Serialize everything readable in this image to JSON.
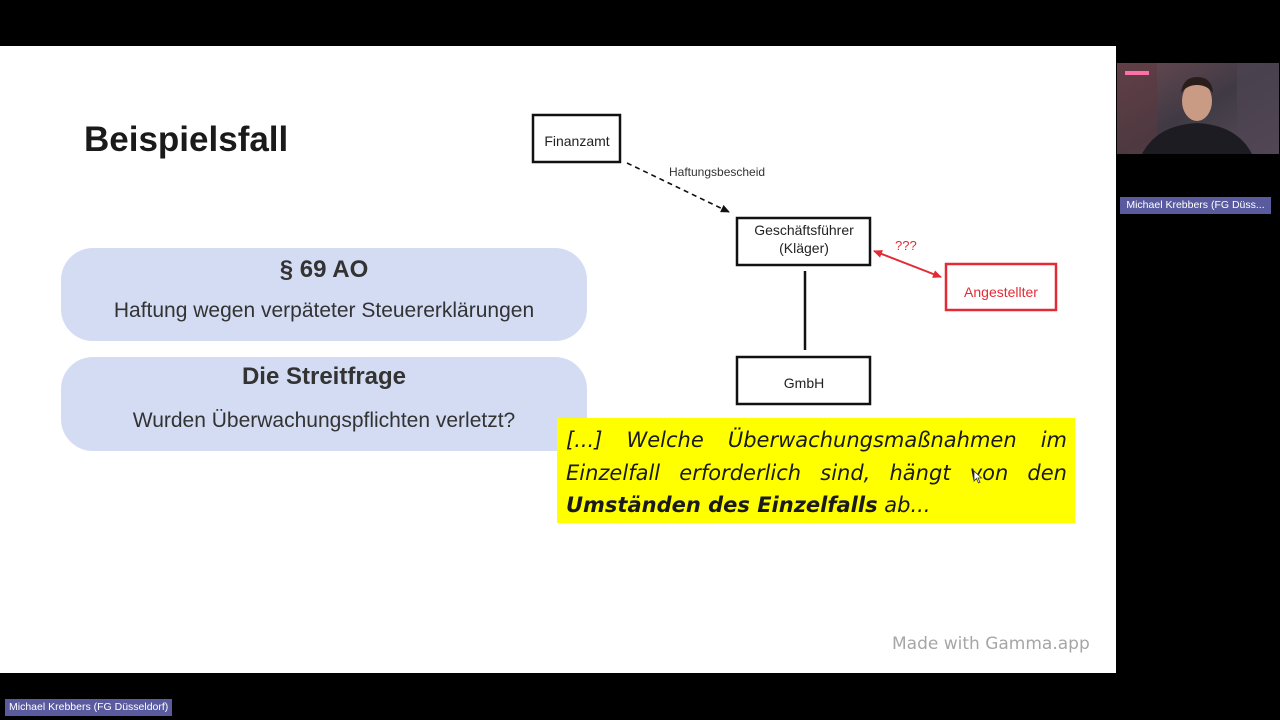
{
  "slide": {
    "title": "Beispielsfall",
    "cards": [
      {
        "heading": "§ 69 AO",
        "text": "Haftung wegen verpäteter Steuererklärungen"
      },
      {
        "heading": "Die Streitfrage",
        "text": "Wurden Überwachungspflichten verletzt?"
      }
    ],
    "diagram": {
      "finanzamt": "Finanzamt",
      "haftungsbescheid": "Haftungsbescheid",
      "geschaeftsfuehrer_line1": "Geschäftsführer",
      "geschaeftsfuehrer_line2": "(Kläger)",
      "question": "???",
      "angestellter": "Angestellter",
      "gmbh": "GmbH",
      "colors": {
        "accent_red": "#e32b36",
        "box_border": "#111111"
      }
    },
    "quote": {
      "part1": "[...] Welche Überwachungsmaßnahmen im Einzelfall erforderlich sind, hängt von den",
      "bold": "Umständen des Einzelfalls",
      "part2": " ab..."
    },
    "watermark": "Made with Gamma.app"
  },
  "participants": {
    "webcam_name": "Michael Krebbers (FG Düss...",
    "presenter_name": "Michael Krebbers (FG Düsseldorf)"
  }
}
